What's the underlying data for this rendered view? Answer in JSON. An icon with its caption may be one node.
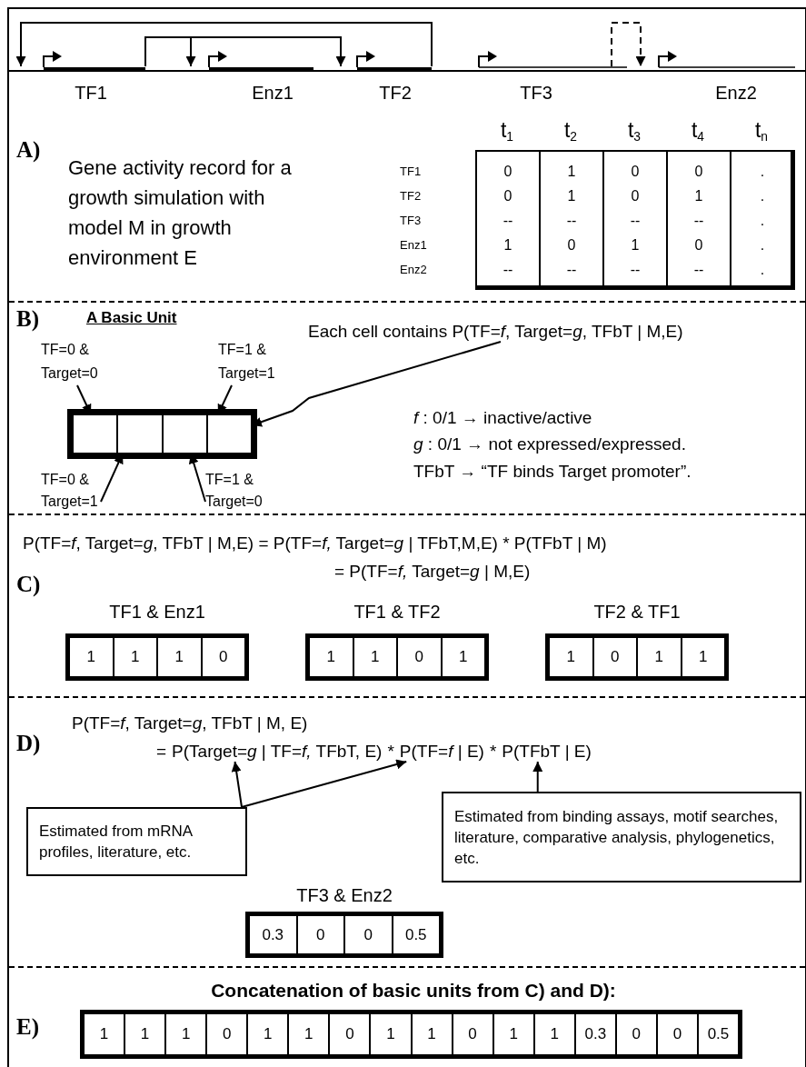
{
  "diagram": {
    "nodes": [
      {
        "text": [
          "TF1"
        ]
      },
      {
        "text": [
          "Enz1"
        ]
      },
      {
        "text": [
          "TF2"
        ]
      },
      {
        "text": [
          "TF3"
        ]
      },
      {
        "text": [
          "Enz2"
        ]
      },
      {
        "text": [
          "TF=0 & Target=0"
        ]
      },
      {
        "text": [
          "TF=1 & Target=1"
        ]
      },
      {
        "text": [
          "Each cell contains P(TF=*f*, Target=*g*, TFbT | M,E)"
        ]
      },
      {
        "text": [],
        "shape": "box"
      },
      {
        "text": [],
        "shape": "box",
        "in": 8
      },
      {
        "text": [],
        "shape": "box",
        "in": 8
      },
      {
        "text": [],
        "shape": "box",
        "in": 8
      },
      {
        "text": [],
        "shape": "box",
        "in": 8
      },
      {
        "text": [
          "TF=0 & Target=1"
        ]
      },
      {
        "text": [
          "TF=1 & Target=0"
        ]
      },
      {
        "text": [
          "P(Target=*g* | TF=*f,* TFbT, E)"
        ]
      },
      {
        "text": [
          "P(TF=*f* | E)"
        ]
      },
      {
        "text": [
          "P(TFbT | E)"
        ]
      },
      {
        "text": [
          "Estimated from mRNA profiles, literature, etc."
        ]
      },
      {
        "text": [
          "Estimated from binding assays, motif searches, literature, comparative analysis, phylogenetics, etc."
        ]
      }
    ],
    "edges": [
      {
        "from": 2,
        "to": 0,
        "arrow": "to"
      },
      {
        "from": 0,
        "to": 1,
        "arrow": "to"
      },
      {
        "from": 0,
        "to": 2,
        "arrow": "to"
      },
      {
        "from": 3,
        "to": 4,
        "arrow": "to",
        "style": "dashed"
      },
      {
        "from": 5,
        "to": 9,
        "arrow": "to"
      },
      {
        "from": 6,
        "to": 12,
        "arrow": "to"
      },
      {
        "from": 7,
        "to": 12,
        "arrow": "to"
      },
      {
        "from": 13,
        "to": 10,
        "arrow": "to"
      },
      {
        "from": 14,
        "to": 11,
        "arrow": "to"
      },
      {
        "from": 18,
        "to": 15,
        "arrow": "to"
      },
      {
        "from": 18,
        "to": 16,
        "arrow": "to"
      },
      {
        "from": 19,
        "to": 17,
        "arrow": "to"
      }
    ],
    "labels": [
      "A)",
      "Gene activity record for a growth simulation with model M in growth environment E",
      "t$_{1}$",
      "t$_{2}$",
      "t$_{3}$",
      "t$_{4}$",
      "t$_{n}$",
      "TF1",
      "0",
      "1",
      "0",
      "0",
      ".",
      "TF2",
      "0",
      "1",
      "0",
      "1",
      ".",
      "TF3",
      "--",
      "--",
      "--",
      "--",
      ".",
      "Enz1",
      "1",
      "0",
      "1",
      "0",
      ".",
      "Enz2",
      "--",
      "--",
      "--",
      "--",
      ".",
      "B)",
      "A Basic Unit",
      "*f* :  0/1 → inactive/active",
      "*g* : 0/1 → not expressed/expressed.",
      "TFbT  → “TF binds Target promoter”.",
      "P(TF=*f*, Target=*g*, TFbT | M,E) = P(TF=*f,* Target=*g* | TFbT,M,E) * P(TFbT | M)",
      "= P(TF=*f,* Target=*g* | M,E)",
      "C)",
      "TF1 & Enz1",
      "1",
      "1",
      "1",
      "0",
      "TF1 & TF2",
      "1",
      "1",
      "0",
      "1",
      "TF2 & TF1",
      "1",
      "0",
      "1",
      "1",
      "P(TF=*f*, Target=*g*, TFbT | M, E)",
      "D)",
      "=",
      "*",
      "*",
      "TF3 & Enz2",
      "0.3",
      "0",
      "0",
      "0.5",
      "Concatenation of basic units from C) and D):",
      "E)",
      "1",
      "1",
      "1",
      "0",
      "1",
      "1",
      "0",
      "1",
      "1",
      "0",
      "1",
      "1",
      "0.3",
      "0",
      "0",
      "0.5"
    ]
  }
}
